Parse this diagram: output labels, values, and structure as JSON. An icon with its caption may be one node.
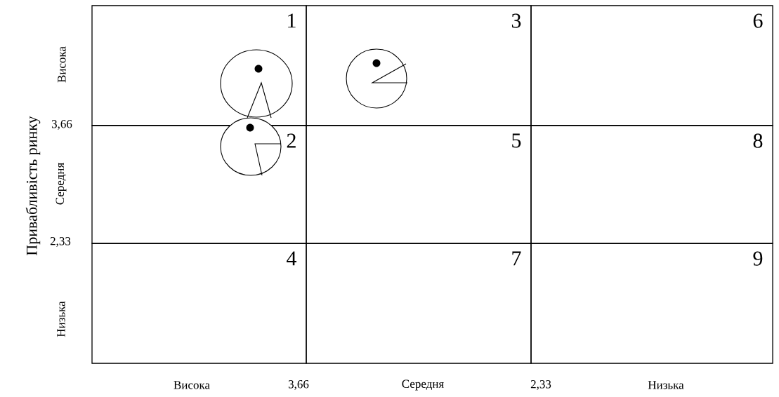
{
  "diagram": {
    "nodes": [
      {
        "text": [
          "1"
        ]
      },
      {
        "text": [
          "3"
        ]
      },
      {
        "text": [
          "6"
        ]
      },
      {
        "text": [
          "2"
        ]
      },
      {
        "text": [
          "5"
        ]
      },
      {
        "text": [
          "8"
        ]
      },
      {
        "text": [
          "4"
        ]
      },
      {
        "text": [
          "7"
        ]
      },
      {
        "text": [
          "9"
        ]
      }
    ],
    "labels": [
      "Привабливість ринку",
      "Висока",
      "3,66",
      "Середня",
      "2,33",
      "Низька",
      "Висока",
      "3,66",
      "Середня",
      "2,33",
      "Низька"
    ]
  }
}
